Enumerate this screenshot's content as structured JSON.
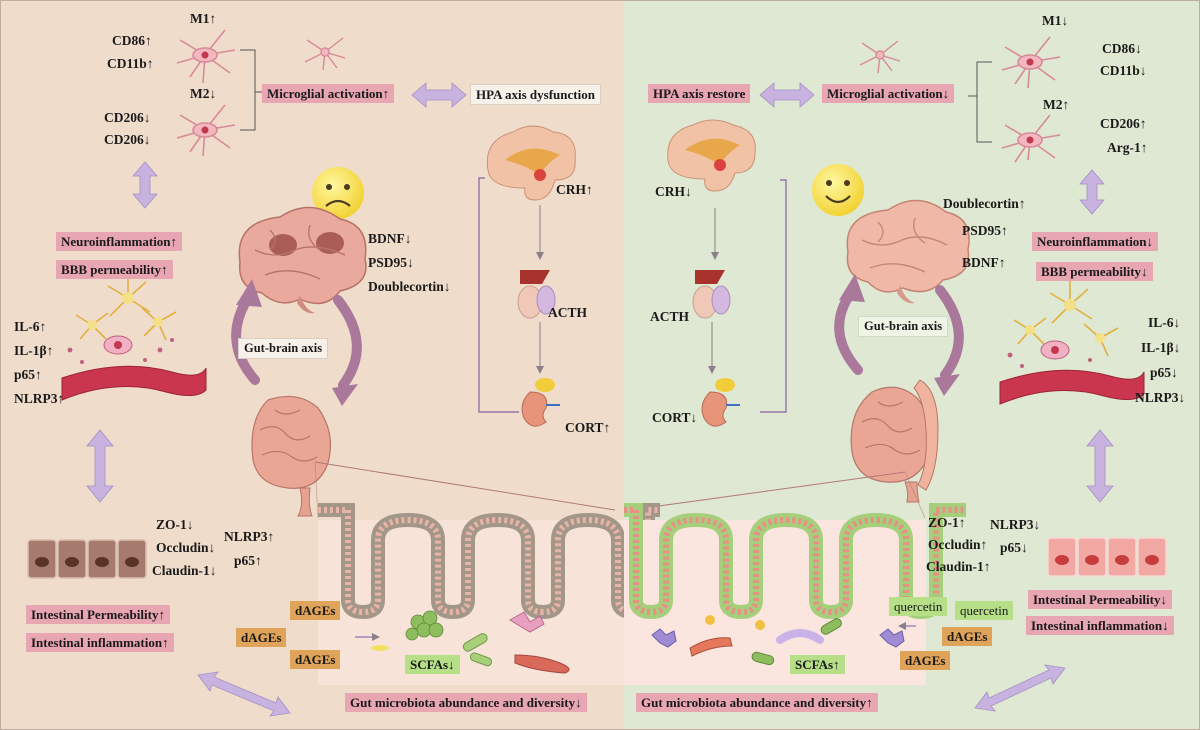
{
  "colors": {
    "left_panel": "#efdccb",
    "right_panel": "#dfe8d2",
    "label_pink": "#e8a5b2",
    "label_orange": "#e0a35a",
    "label_green": "#b6df88",
    "arrow_lavender": "#c8b3e0",
    "curve_arrow": "#a9789a"
  },
  "left": {
    "microglia": {
      "m1": "M1↑",
      "cd86": "CD86↑",
      "cd11b": "CD11b↑",
      "m2": "M2↓",
      "cd206a": "CD206↓",
      "cd206b": "CD206↓"
    },
    "microglial_activation": "Microglial activation↑",
    "hpa": "HPA axis dysfunction",
    "crh": "CRH↑",
    "acth": "ACTH",
    "cort": "CORT↑",
    "neuroinflammation": "Neuroinflammation↑",
    "bbb": "BBB permeability↑",
    "brain_markers": {
      "bdnf": "BDNF↓",
      "psd95": "PSD95↓",
      "dcx": "Doublecortin↓"
    },
    "gut_brain_axis": "Gut-brain axis",
    "cytokines": {
      "il6": "IL-6↑",
      "il1b": "IL-1β↑",
      "p65": "p65↑",
      "nlrp3": "NLRP3↑"
    },
    "junctions": {
      "zo1": "ZO-1↓",
      "occludin": "Occludin↓",
      "claudin": "Claudin-1↓"
    },
    "gut_inflam": {
      "nlrp3": "NLRP3↑",
      "p65": "p65↑"
    },
    "permeability": "Intestinal Permeability↑",
    "inflammation": "Intestinal inflammation↑",
    "dages": [
      "dAGEs",
      "dAGEs",
      "dAGEs"
    ],
    "scfas": "SCFAs↓",
    "microbiota": "Gut microbiota abundance and diversity↓"
  },
  "right": {
    "microglia": {
      "m1": "M1↓",
      "cd86": "CD86↓",
      "cd11b": "CD11b↓",
      "m2": "M2↑",
      "cd206": "CD206↑",
      "arg1": "Arg-1↑"
    },
    "microglial_activation": "Microglial activation↓",
    "hpa": "HPA axis restore",
    "crh": "CRH↓",
    "acth": "ACTH",
    "cort": "CORT↓",
    "neuroinflammation": "Neuroinflammation↓",
    "bbb": "BBB permeability↓",
    "brain_markers": {
      "dcx": "Doublecortin↑",
      "psd95": "PSD95↑",
      "bdnf": "BDNF↑"
    },
    "gut_brain_axis": "Gut-brain axis",
    "cytokines": {
      "il6": "IL-6↓",
      "il1b": "IL-1β↓",
      "p65": "p65↓",
      "nlrp3": "NLRP3↓"
    },
    "junctions": {
      "zo1": "ZO-1↑",
      "occludin": "Occludin↑",
      "claudin": "Claudin-1↑"
    },
    "gut_inflam": {
      "nlrp3": "NLRP3↓",
      "p65": "p65↓"
    },
    "permeability": "Intestinal Permeability↓",
    "inflammation": "Intestinal inflammation↓",
    "quercetin": [
      "quercetin",
      "quercetin"
    ],
    "dages": [
      "dAGEs",
      "dAGEs"
    ],
    "scfas": "SCFAs↑",
    "microbiota": "Gut microbiota abundance and diversity↑"
  }
}
